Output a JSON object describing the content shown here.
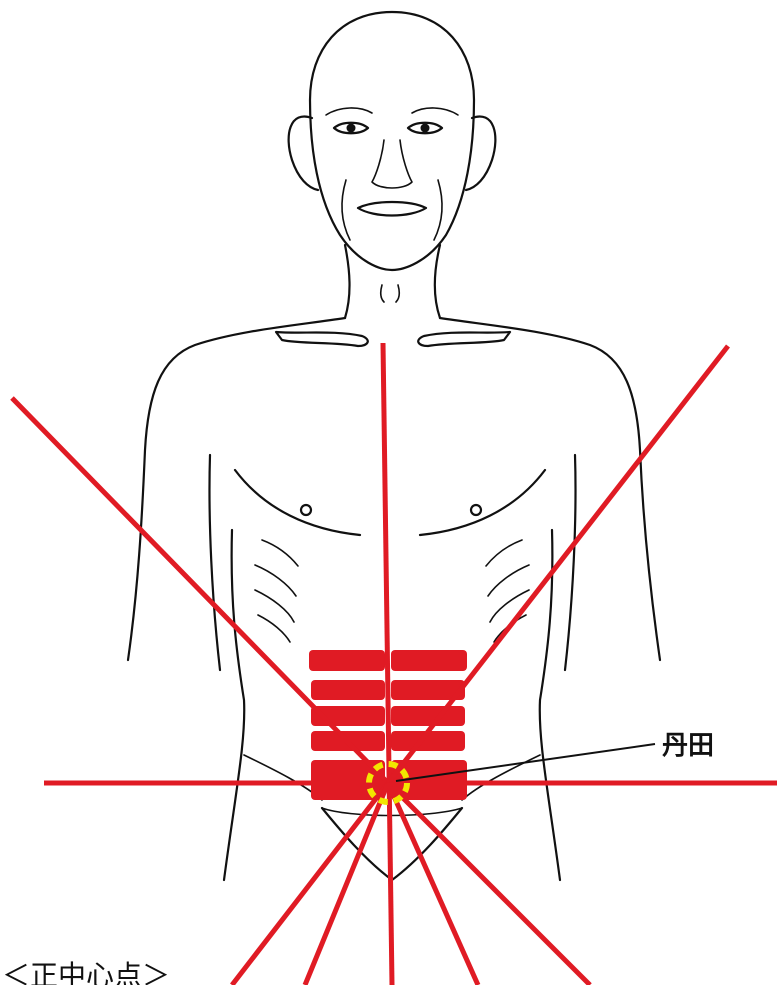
{
  "labels": {
    "dantian": "丹田",
    "caption": "＜正中心点＞"
  },
  "colors": {
    "lines": "#e01b24",
    "bars": "#e01b24",
    "center_ring": "#f2e600",
    "outline": "#111111"
  },
  "icons": {
    "figure": "human-torso-outline",
    "center_marker": "dashed-circle"
  }
}
